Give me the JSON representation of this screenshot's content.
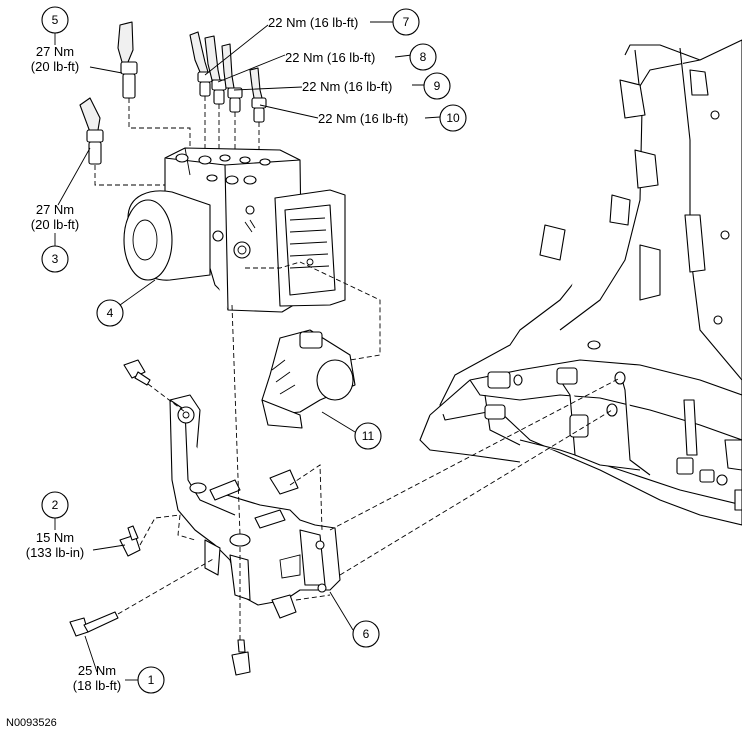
{
  "callouts": [
    {
      "id": "1",
      "torque": "25 Nm",
      "torque_alt": "(18 lb-ft)"
    },
    {
      "id": "2",
      "torque": "15 Nm",
      "torque_alt": "(133 lb-in)"
    },
    {
      "id": "3",
      "torque": "27 Nm",
      "torque_alt": "(20 lb-ft)"
    },
    {
      "id": "4"
    },
    {
      "id": "5",
      "torque": "27 Nm",
      "torque_alt": "(20 lb-ft)"
    },
    {
      "id": "6"
    },
    {
      "id": "7",
      "torque": "22 Nm (16 lb-ft)"
    },
    {
      "id": "8",
      "torque": "22 Nm (16 lb-ft)"
    },
    {
      "id": "9",
      "torque": "22 Nm (16 lb-ft)"
    },
    {
      "id": "10",
      "torque": "22 Nm (16 lb-ft)"
    },
    {
      "id": "11"
    }
  ],
  "figure_ref": "N0093526"
}
